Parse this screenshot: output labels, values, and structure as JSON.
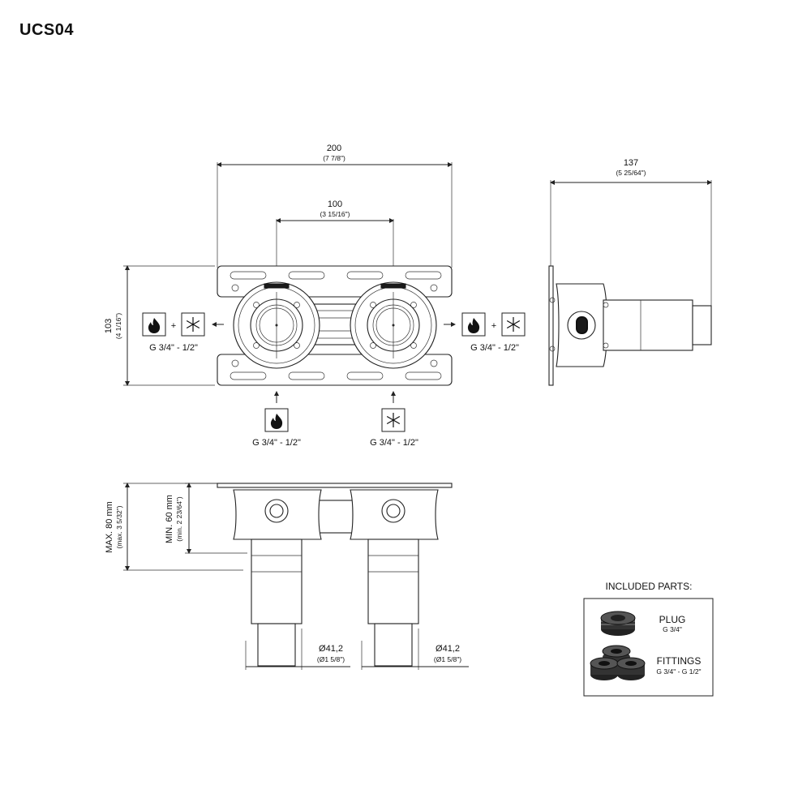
{
  "title": "UCS04",
  "dimensions": {
    "width_total": {
      "value": "200",
      "imperial": "(7 7/8\")"
    },
    "center_distance": {
      "value": "100",
      "imperial": "(3 15/16\")"
    },
    "depth": {
      "value": "137",
      "imperial": "(5 25/64\")"
    },
    "height": {
      "value": "103",
      "imperial": "(4 1/16\")"
    },
    "max_depth": {
      "value": "MAX. 80 mm",
      "imperial": "(max. 3 5/32\")"
    },
    "min_depth": {
      "value": "MIN. 60 mm",
      "imperial": "(min. 2 23/64\")"
    },
    "diameter_left": {
      "value": "Ø41,2",
      "imperial": "(Ø1 5/8\")"
    },
    "diameter_right": {
      "value": "Ø41,2",
      "imperial": "(Ø1 5/8\")"
    }
  },
  "connections": {
    "left_outlet": "G 3/4\" - 1/2\"",
    "right_outlet": "G 3/4\" - 1/2\"",
    "hot_inlet": "G 3/4\" - 1/2\"",
    "cold_inlet": "G 3/4\" - 1/2\"",
    "plus_sign": "+"
  },
  "icons": {
    "hot": "flame-icon",
    "cold": "snowflake-icon",
    "arrow": "arrow-icon"
  },
  "included_parts": {
    "heading": "INCLUDED PARTS:",
    "items": [
      {
        "name": "PLUG",
        "spec": "G 3/4\""
      },
      {
        "name": "FITTINGS",
        "spec": "G 3/4\" - G 1/2\""
      }
    ]
  }
}
